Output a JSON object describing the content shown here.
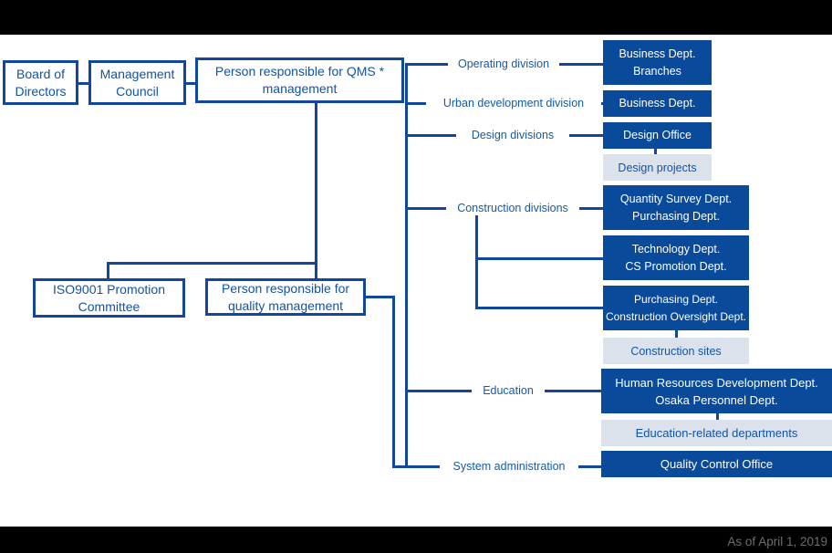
{
  "footer": {
    "as_of_label": "As of April 1, 2019"
  },
  "org": {
    "board": {
      "line1": "Board of",
      "line2": "Directors"
    },
    "council": {
      "line1": "Management",
      "line2": "Council"
    },
    "qms": {
      "line1": "Person responsible for QMS *",
      "line2": "management"
    },
    "iso": {
      "line1": "ISO9001 Promotion",
      "line2": "Committee"
    },
    "quality": {
      "line1": "Person responsible for",
      "line2": "quality management"
    },
    "labels": {
      "operating": "Operating division",
      "urban": "Urban development division",
      "design": "Design divisions",
      "construction": "Construction divisions",
      "education": "Education",
      "system": "System administration"
    },
    "depts": {
      "business_branches": {
        "line1": "Business Dept.",
        "line2": "Branches"
      },
      "business": "Business Dept.",
      "design_office": "Design Office",
      "design_projects": "Design projects",
      "quantity": {
        "line1": "Quantity Survey Dept.",
        "line2": "Purchasing Dept."
      },
      "technology": {
        "line1": "Technology Dept.",
        "line2": "CS Promotion Dept."
      },
      "purchasing": {
        "line1": "Purchasing Dept.",
        "line2": "Construction Oversight Dept."
      },
      "construction_sites": "Construction sites",
      "hr": {
        "line1": "Human Resources Development Dept.",
        "line2": "Osaka Personnel Dept."
      },
      "education_related": "Education-related departments",
      "quality_control": "Quality Control Office"
    },
    "colors": {
      "dark_box_blue": "#0A4A9B",
      "connector_blue": "#11489B",
      "label_text_blue": "#155AA8",
      "light_box_bg": "#DBE2EC",
      "footer_gray": "#6D6E71",
      "bar_black": "#000000"
    }
  }
}
